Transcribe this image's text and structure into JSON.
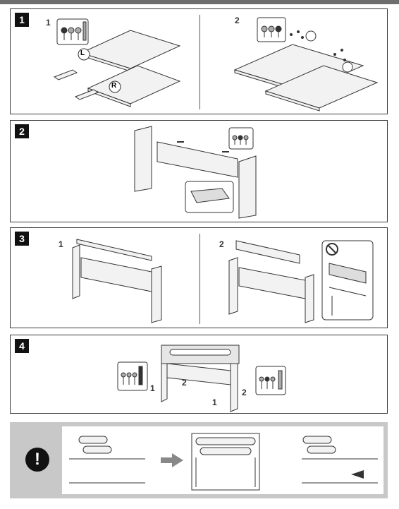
{
  "steps": [
    {
      "number": "1",
      "substeps": [
        "1",
        "2"
      ],
      "callouts": [
        "L",
        "R"
      ]
    },
    {
      "number": "2"
    },
    {
      "number": "3",
      "substeps": [
        "1",
        "2"
      ],
      "prohibited_icon": "no-entry-icon"
    },
    {
      "number": "4",
      "callouts": [
        "2",
        "1",
        "2",
        "1"
      ]
    }
  ],
  "notice": {
    "icon": "exclamation-icon",
    "symbol": "!",
    "arrow_icon": "arrow-right-icon"
  },
  "colors": {
    "top_bar": "#6e6e6e",
    "badge": "#111111",
    "notice_bg": "#c8c8c8",
    "line": "#333333",
    "board": "#f2f2f2"
  }
}
